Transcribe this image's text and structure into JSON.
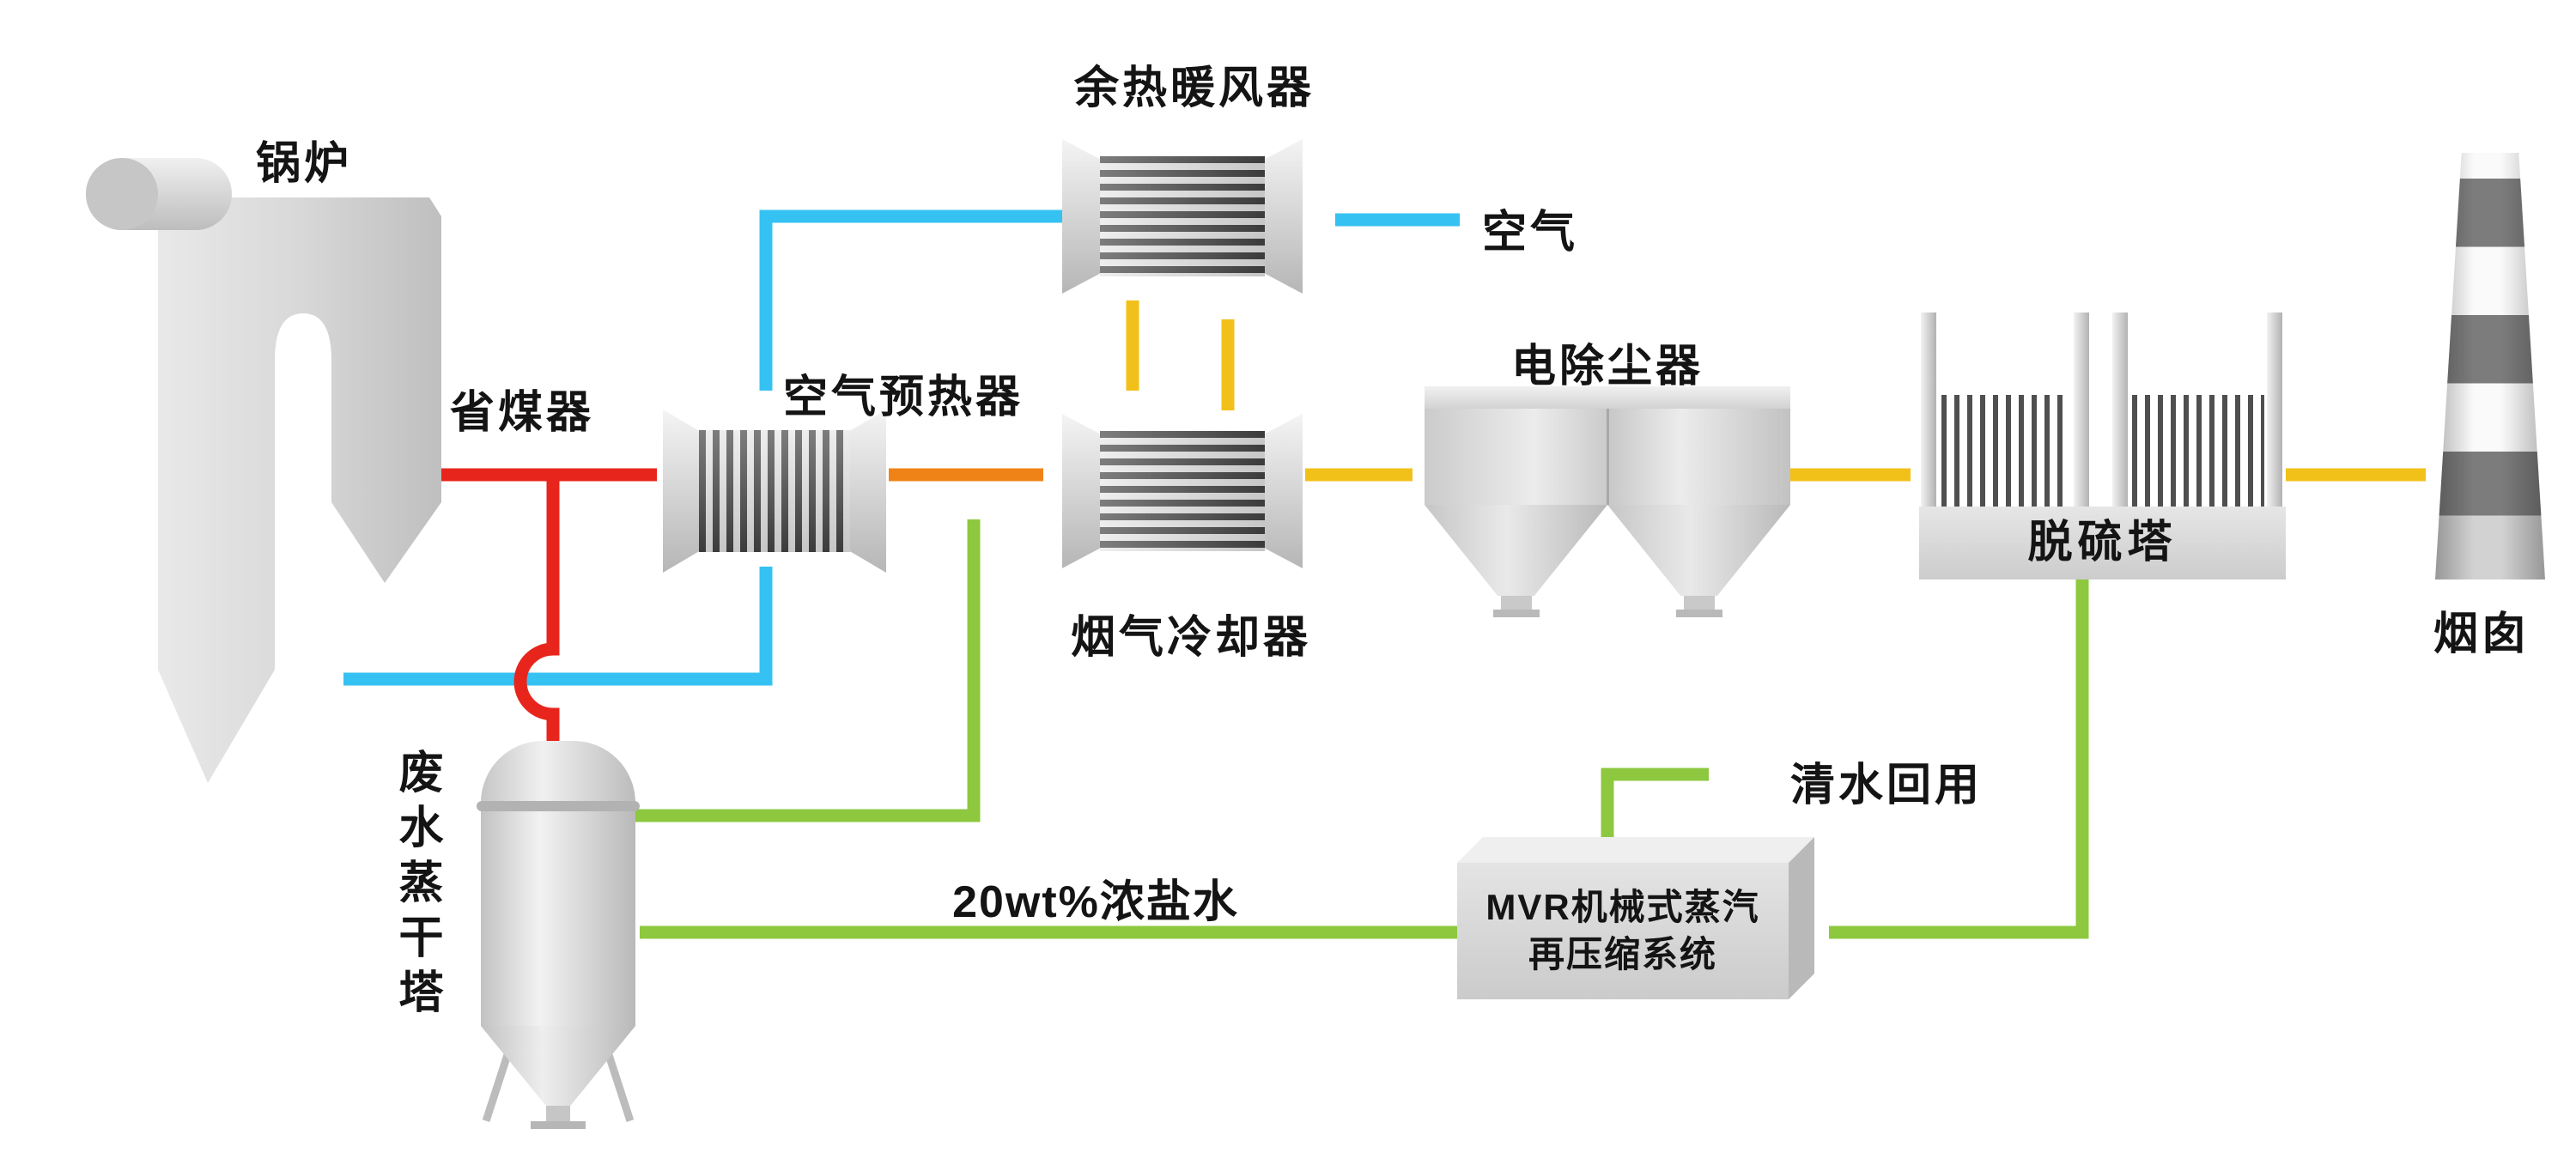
{
  "colors": {
    "red": "#e8251c",
    "cyan": "#35c2f2",
    "orange": "#f08318",
    "yellow": "#f2c119",
    "green": "#8dc83f",
    "gray": "#d6d6d6",
    "fin": "#454545",
    "text": "#141414"
  },
  "labels": {
    "boiler": "锅炉",
    "economizer": "省煤器",
    "air_preheater": "空气预热器",
    "waste_heat_air_heater": "余热暖风器",
    "air": "空气",
    "flue_gas_cooler": "烟气冷却器",
    "electrostatic_precipitator": "电除尘器",
    "desulfurization_tower": "脱硫塔",
    "chimney": "烟囱",
    "wastewater_evaporation_tower": "废水蒸干塔",
    "clean_water_reuse": "清水回用",
    "concentrated_brine": "20wt%浓盐水",
    "mvr_line1": "MVR机械式蒸汽",
    "mvr_line2": "再压缩系统"
  }
}
